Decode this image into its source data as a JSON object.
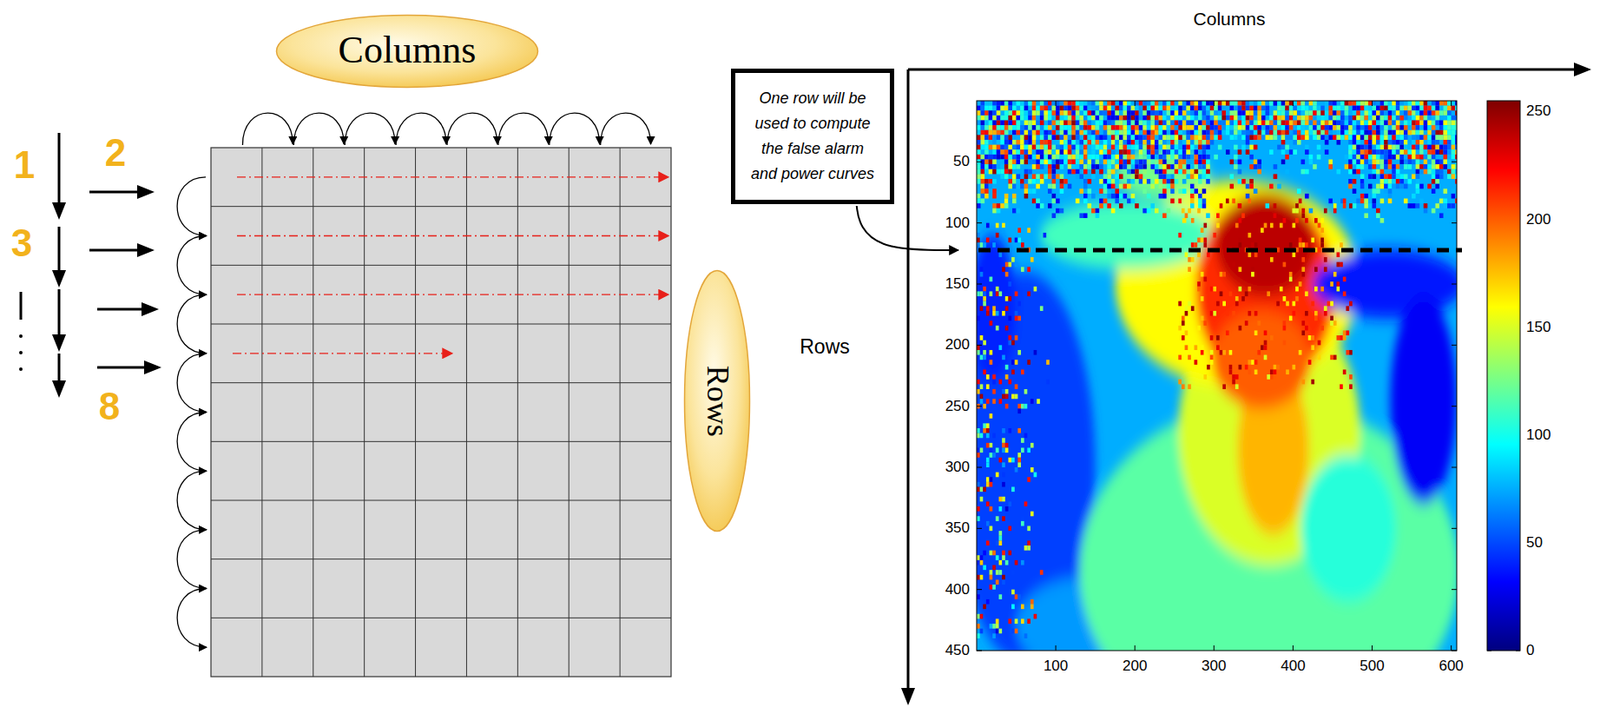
{
  "diagram": {
    "nodes": [
      {
        "text": [
          "Columns"
        ]
      },
      {
        "text": [
          "Rows"
        ]
      },
      {
        "text": [
          "One row will be used to compute the false alarm and power curves"
        ]
      }
    ],
    "labels": [
      "1",
      "2",
      "3",
      "8",
      "Columns",
      "Rows",
      "50",
      "100",
      "150",
      "200",
      "250",
      "300",
      "350",
      "400",
      "450",
      "100",
      "200",
      "300",
      "400",
      "500",
      "600",
      "250",
      "200",
      "150",
      "100",
      "50",
      "0"
    ]
  }
}
